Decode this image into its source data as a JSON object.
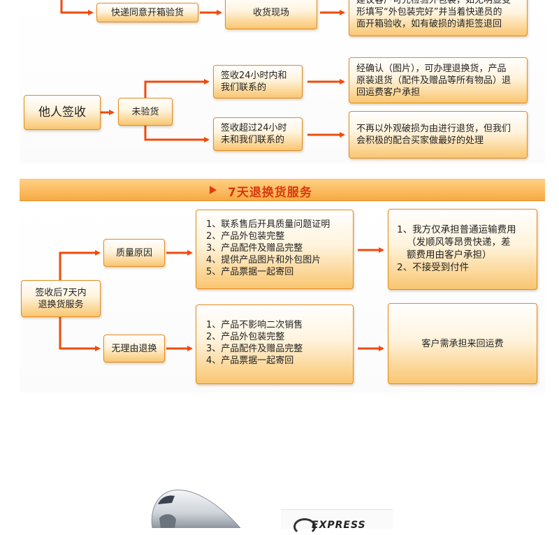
{
  "top_section": {
    "courier_box": "快递同意开箱验货",
    "site_box": "收货现场",
    "advice_lines": [
      "建议客户可先检验外包装，如无明显变",
      "形填写“外包装完好”并当着快递员的",
      "面开箱验收，如有破损的请拒签退回"
    ],
    "other_sign": "他人签收",
    "not_inspected": "未验货",
    "within_24h": [
      "签收24小时内和",
      "我们联系的"
    ],
    "within_24h_result": [
      "经确认（图片），可办理退换货，产品",
      "原装退货（配件及赠品等所有物品）退",
      "回运费客户承担"
    ],
    "over_24h": [
      "签收超过24小时",
      "未和我们联系的"
    ],
    "over_24h_result": [
      "不再以外观破损为由进行退货，但我们",
      "会积极的配合买家做最好的处理"
    ]
  },
  "banner": {
    "title": "7天退换货服务"
  },
  "return_section": {
    "start_box": [
      "签收后7天内",
      "退换货服务"
    ],
    "quality_reason": "质量原因",
    "quality_reqs": [
      "1、联系售后开具质量问题证明",
      "2、产品外包装完整",
      "3、产品配件及赠品完整",
      "4、提供产品图片和外包图片",
      "5、产品票据一起寄回"
    ],
    "quality_result": [
      "1、我方仅承担普通运输费用",
      "（发顺风等昂贵快递，差",
      "额费用由客户承担）",
      "2、不接受到付件"
    ],
    "no_reason": "无理由退换",
    "no_reason_reqs": [
      "1、产品不影响二次销售",
      "2、产品外包装完整",
      "3、产品配件及赠品完整",
      "4、产品票据一起寄回"
    ],
    "no_reason_result": "客户需承担来回运费"
  },
  "footer": {
    "express_label": "EXPRESS"
  },
  "colors": {
    "arrow": "#f04a0c",
    "box_border": "#e48a1c",
    "banner": "#f8b75a",
    "title": "#d8380e"
  }
}
